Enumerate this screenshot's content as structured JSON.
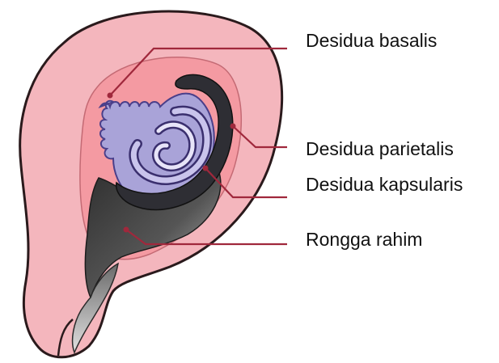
{
  "labels": {
    "desidua_basalis": "Desidua basalis",
    "desidua_parietalis": "Desidua parietalis",
    "desidua_kapsularis": "Desidua kapsularis",
    "rongga_rahim": "Rongga rahim"
  },
  "colors": {
    "uterine_wall": "#f4b6bd",
    "uterine_outline": "#2a1a1c",
    "decidua_layer": "#f49aa2",
    "chorion": "#a9a3d8",
    "cavity": "#3a3a3a",
    "leader_line": "#a0283c",
    "label_text": "#111111"
  }
}
